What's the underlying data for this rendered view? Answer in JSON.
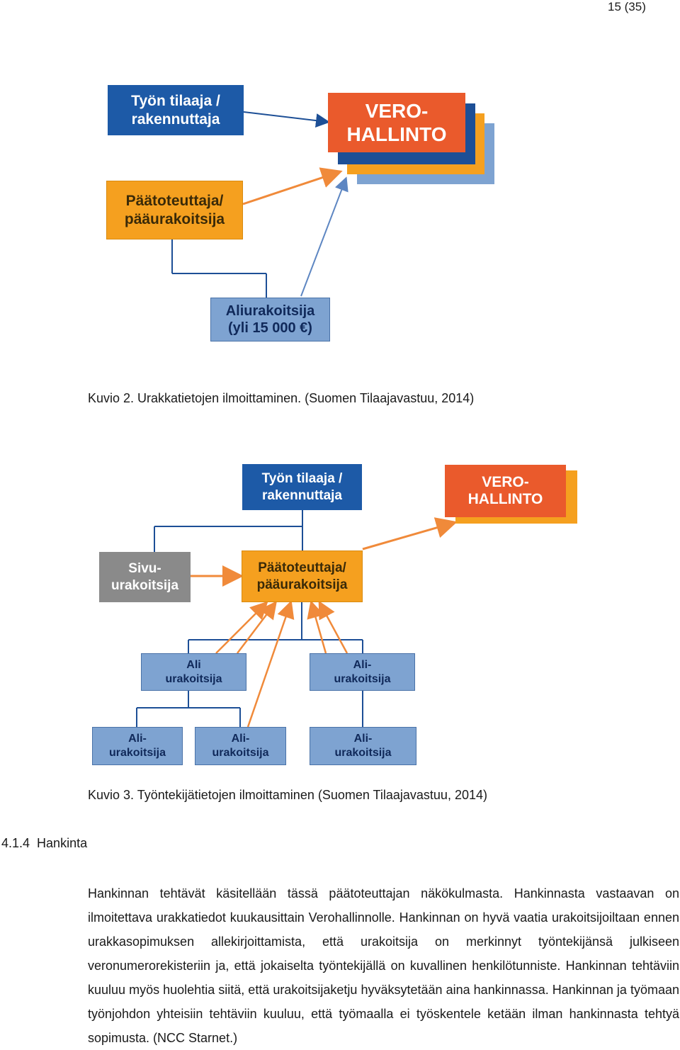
{
  "page": {
    "number": "15 (35)"
  },
  "figure2": {
    "boxes": {
      "employer": [
        "Työn tilaaja /",
        "rakennuttaja"
      ],
      "tax": [
        "VERO-",
        "HALLINTO"
      ],
      "main": [
        "Päätoteuttaja/",
        "pääurakoitsija"
      ],
      "sub": [
        "Aliurakoitsija",
        "(yli 15 000 €)"
      ]
    },
    "caption": "Kuvio 2. Urakkatietojen ilmoittaminen. (Suomen Tilaajavastuu, 2014)"
  },
  "figure3": {
    "boxes": {
      "employer": [
        "Työn tilaaja /",
        "rakennuttaja"
      ],
      "tax": [
        "VERO-",
        "HALLINTO"
      ],
      "side": [
        "Sivu-",
        "urakoitsija"
      ],
      "main": [
        "Päätoteuttaja/",
        "pääurakoitsija"
      ],
      "sub1": [
        "Ali",
        "urakoitsija"
      ],
      "sub2": [
        "Ali-",
        "urakoitsija"
      ],
      "sub3": [
        "Ali-",
        "urakoitsija"
      ],
      "sub4": [
        "Ali-",
        "urakoitsija"
      ],
      "sub5": [
        "Ali-",
        "urakoitsija"
      ]
    },
    "caption": "Kuvio 3. Työntekijätietojen ilmoittaminen (Suomen Tilaajavastuu, 2014)"
  },
  "section": {
    "number": "4.1.4",
    "title": "Hankinta"
  },
  "paragraph": "Hankinnan tehtävät käsitellään tässä päätoteuttajan näkökulmasta. Hankinnasta vastaavan on ilmoitettava urakkatiedot kuukausittain Verohallinnolle. Hankinnan on hyvä vaatia urakoitsijoiltaan ennen urakkasopimuksen allekirjoittamista, että urakoitsija on merkinnyt työntekijänsä julkiseen veronumerorekisteriin ja, että jokaiselta työntekijällä on kuvallinen henkilötunniste. Hankinnan tehtäviin kuuluu myös huolehtia siitä, että urakoitsijaketju hyväksytetään aina hankinnassa. Hankinnan ja työmaan työnjohdon yhteisiin tehtäviin kuuluu, että työmaalla ei työskentele ketään ilman hankinnasta tehtyä sopimusta. (NCC Starnet.)",
  "colors": {
    "blue": "#1d5aa7",
    "orange": "#f5a01f",
    "red": "#ea5a2c",
    "grey": "#8a8a8a",
    "light_blue": "#7ea3d1"
  }
}
